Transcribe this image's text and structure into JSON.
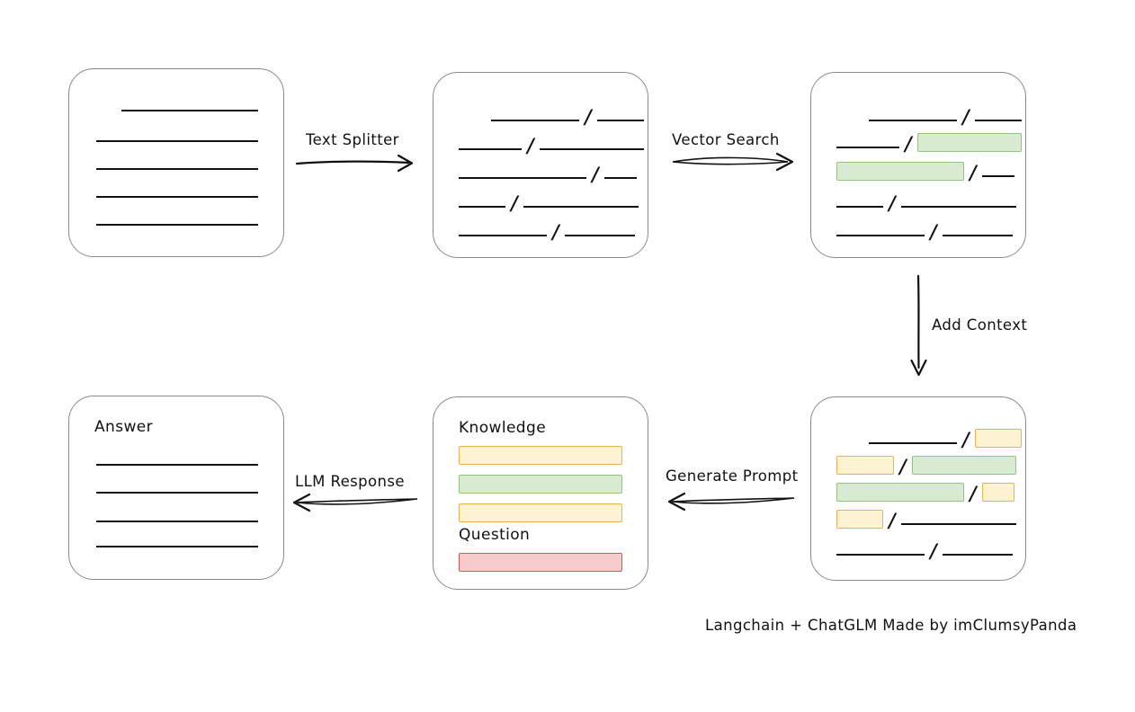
{
  "diagram": {
    "title_footer": "Langchain + ChatGLM Made by imClumsyPanda",
    "colors": {
      "box_border": "#8a8a8a",
      "line": "#111111",
      "green_fill": "#d9ead3",
      "green_border": "#93c47d",
      "yellow_fill": "#fdf2d2",
      "yellow_border": "#e3b54a",
      "red_fill": "#f4cccc",
      "red_border": "#cc5a5a"
    },
    "nodes": {
      "source_document": {
        "name": "source-document",
        "lines": 5
      },
      "split_document": {
        "name": "split-document",
        "rows": 5
      },
      "matched_document": {
        "name": "matched-document",
        "rows": 5,
        "highlights": "green"
      },
      "context_document": {
        "name": "context-document",
        "rows": 5,
        "highlights": "green + yellow"
      },
      "prompt_box": {
        "name": "prompt-box",
        "knowledge_label": "Knowledge",
        "question_label": "Question",
        "knowledge_bars": [
          "yellow",
          "green",
          "yellow"
        ],
        "question_bars": [
          "red"
        ]
      },
      "answer_box": {
        "name": "answer-box",
        "label": "Answer",
        "lines": 4
      }
    },
    "edges": [
      {
        "id": "text-splitter",
        "label": "Text Splitter",
        "direction": "right"
      },
      {
        "id": "vector-search",
        "label": "Vector Search",
        "direction": "right"
      },
      {
        "id": "add-context",
        "label": "Add Context",
        "direction": "down"
      },
      {
        "id": "generate-prompt",
        "label": "Generate Prompt",
        "direction": "left"
      },
      {
        "id": "llm-response",
        "label": "LLM Response",
        "direction": "left"
      }
    ]
  }
}
